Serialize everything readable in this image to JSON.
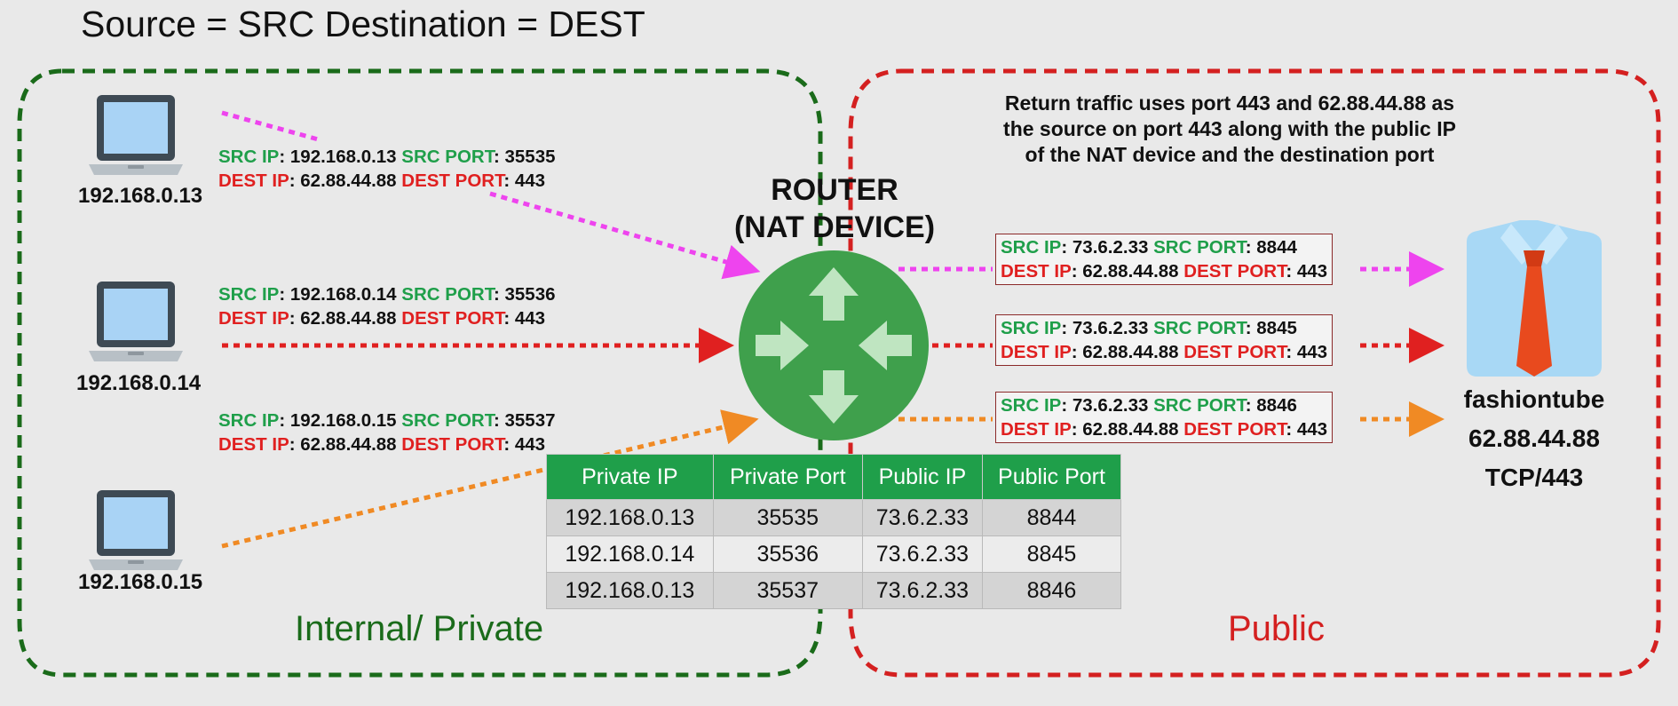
{
  "title": "Source = SRC  Destination = DEST",
  "zones": {
    "private": "Internal/ Private",
    "public": "Public"
  },
  "colors": {
    "private_zone": "#1a6b1a",
    "public_zone": "#d42020",
    "src_label": "#1f9f4a",
    "dest_label": "#e02020",
    "pink": "#ee44ee",
    "red": "#e02020",
    "orange": "#f08a24",
    "router": "#3fa04c"
  },
  "hosts": [
    {
      "ip": "192.168.0.13",
      "icon": "laptop-icon"
    },
    {
      "ip": "192.168.0.14",
      "icon": "laptop-icon"
    },
    {
      "ip": "192.168.0.15",
      "icon": "laptop-icon"
    }
  ],
  "labels": {
    "src_ip": "SRC IP",
    "src_port": "SRC PORT",
    "dest_ip": "DEST IP",
    "dest_port": "DEST PORT"
  },
  "outbound_private": [
    {
      "src_ip": "192.168.0.13",
      "src_port": "35535",
      "dest_ip": "62.88.44.88",
      "dest_port": "443"
    },
    {
      "src_ip": "192.168.0.14",
      "src_port": "35536",
      "dest_ip": "62.88.44.88",
      "dest_port": "443"
    },
    {
      "src_ip": "192.168.0.15",
      "src_port": "35537",
      "dest_ip": "62.88.44.88",
      "dest_port": "443"
    }
  ],
  "outbound_public": [
    {
      "src_ip": "73.6.2.33",
      "src_port": "8844",
      "dest_ip": "62.88.44.88",
      "dest_port": "443"
    },
    {
      "src_ip": "73.6.2.33",
      "src_port": "8845",
      "dest_ip": "62.88.44.88",
      "dest_port": "443"
    },
    {
      "src_ip": "73.6.2.33",
      "src_port": "8846",
      "dest_ip": "62.88.44.88",
      "dest_port": "443"
    }
  ],
  "router": {
    "line1": "ROUTER",
    "line2": "(NAT DEVICE)",
    "icon": "router-arrows-icon"
  },
  "note": {
    "line1": "Return traffic uses port 443 and 62.88.44.88 as",
    "line2": "the source on port 443 along with the public IP",
    "line3": "of the NAT device and the destination port"
  },
  "destination": {
    "name": "fashiontube",
    "ip": "62.88.44.88",
    "port": "TCP/443",
    "icon": "shirt-tie-icon"
  },
  "nat_table": {
    "headers": [
      "Private IP",
      "Private Port",
      "Public IP",
      "Public Port"
    ],
    "rows": [
      [
        "192.168.0.13",
        "35535",
        "73.6.2.33",
        "8844"
      ],
      [
        "192.168.0.14",
        "35536",
        "73.6.2.33",
        "8845"
      ],
      [
        "192.168.0.13",
        "35537",
        "73.6.2.33",
        "8846"
      ]
    ]
  }
}
